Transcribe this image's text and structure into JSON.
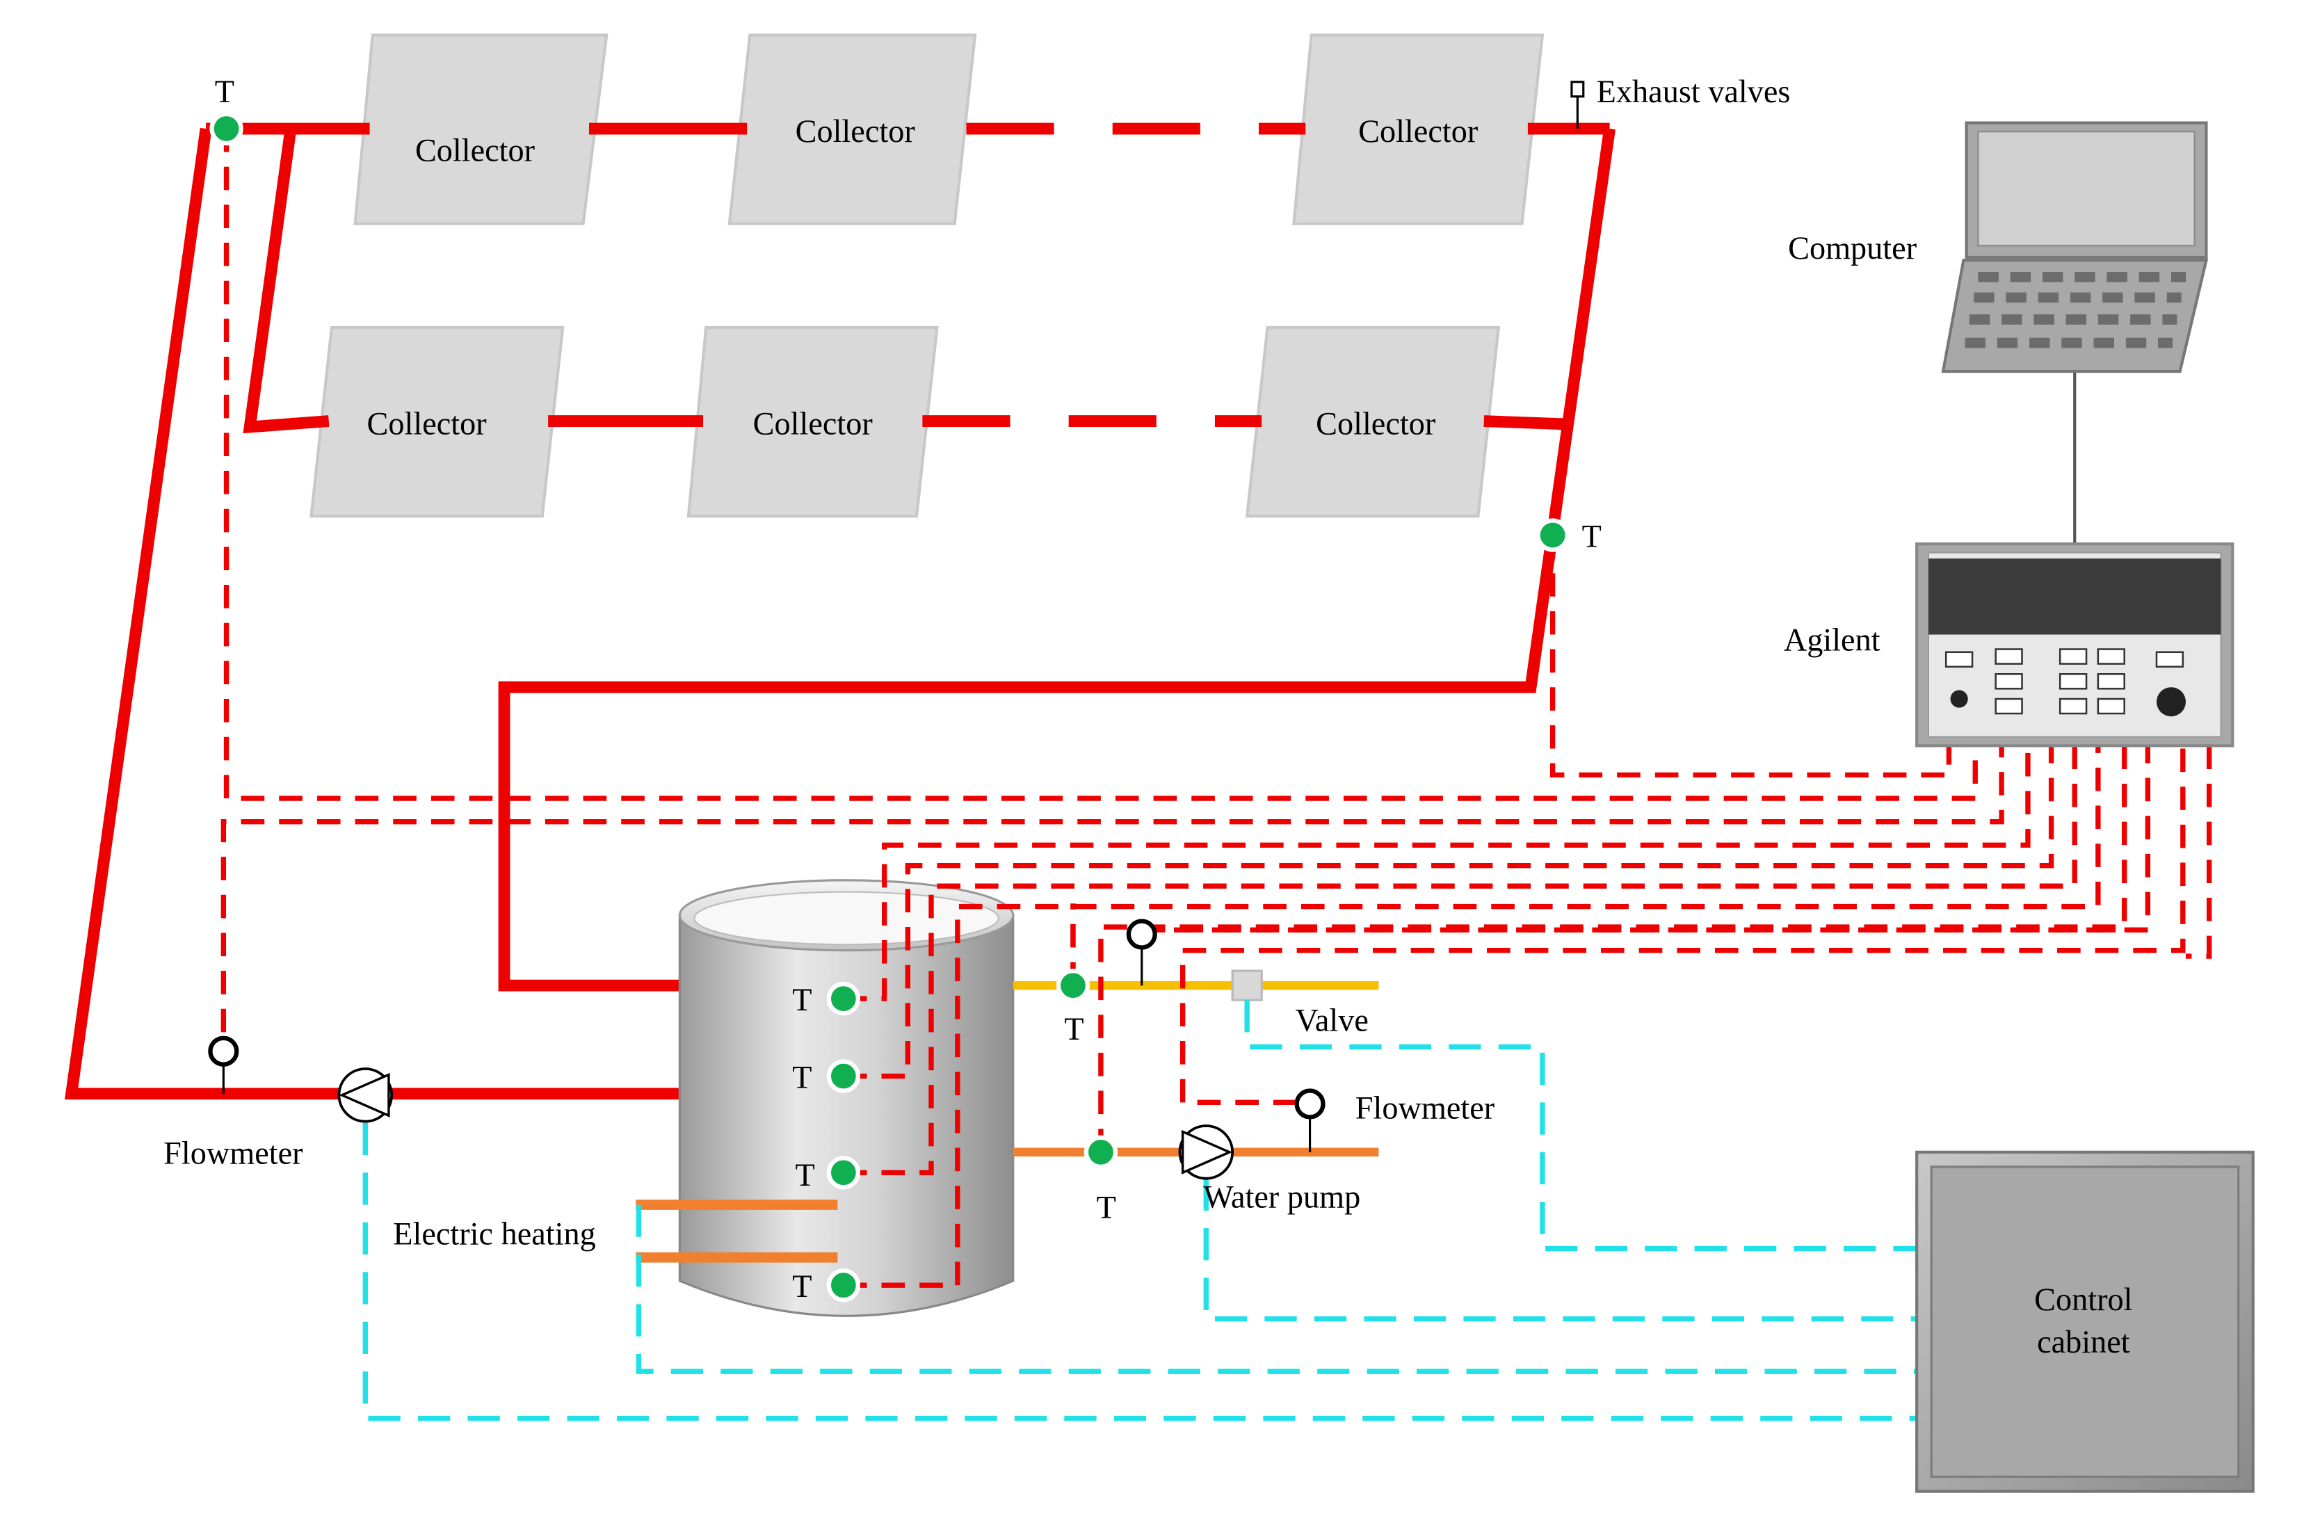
{
  "labels": {
    "collector": "Collector",
    "exhaust_valves": "Exhaust valves",
    "computer": "Computer",
    "agilent": "Agilent",
    "temperature": "T",
    "flowmeter": "Flowmeter",
    "electric_heating": "Electric heating",
    "valve": "Valve",
    "water_pump": "Water pump",
    "control_cabinet_line1": "Control",
    "control_cabinet_line2": "cabinet"
  },
  "colors": {
    "main_pipe": "#ee0000",
    "signal_line": "#ee0000",
    "control_line": "#20e0e8",
    "hot_outlet_pipe": "#f5c000",
    "cold_inlet_pipe": "#f08030",
    "heater_rod": "#f08030",
    "sensor": "#10b050",
    "collector_fill": "#d9d9d9",
    "equipment_gray": "#a8a8a8"
  },
  "icons": {
    "sensor": "temperature-sensor-icon",
    "flowmeter": "flowmeter-icon",
    "pump": "pump-icon",
    "valve": "valve-icon",
    "computer": "laptop-icon",
    "data_logger": "data-logger-icon",
    "tank": "storage-tank-icon"
  }
}
